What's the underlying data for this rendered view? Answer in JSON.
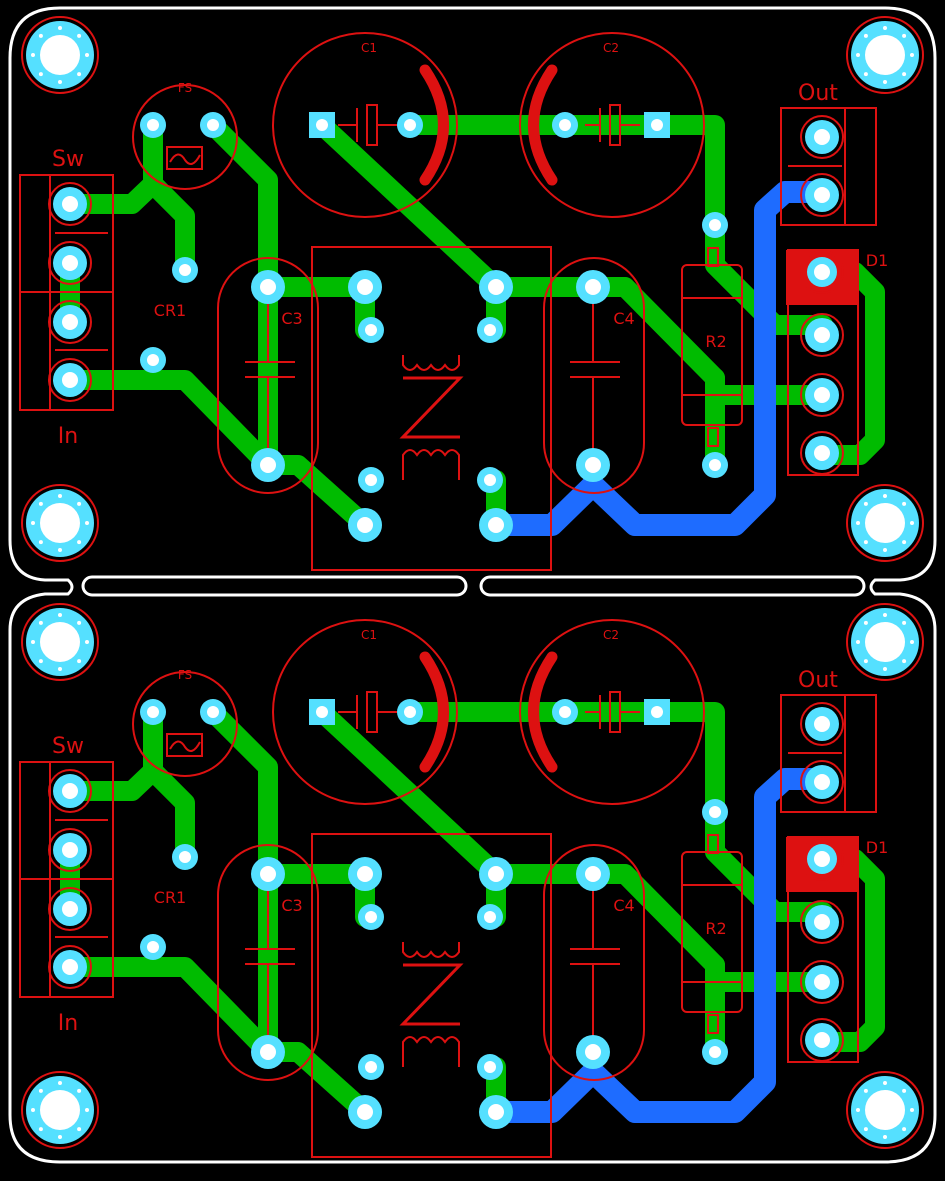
{
  "colors": {
    "background": "#000000",
    "outline": "#ffffff",
    "top_trace": "#00bb00",
    "bottom_trace": "#1e6cff",
    "silkscreen": "#dd1111",
    "pad": "#55e0ff",
    "pad_hole": "#ffffff"
  },
  "boards": [
    {
      "labels": {
        "fuse": "FS",
        "c1": "C1",
        "c2": "C2",
        "c3": "C3",
        "c4": "C4",
        "cr1": "CR1",
        "r2": "R2",
        "d1": "D1",
        "sw": "Sw",
        "in": "In",
        "out": "Out"
      }
    },
    {
      "labels": {
        "fuse": "FS",
        "c1": "C1",
        "c2": "C2",
        "c3": "C3",
        "c4": "C4",
        "cr1": "CR1",
        "r2": "R2",
        "d1": "D1",
        "sw": "Sw",
        "in": "In",
        "out": "Out"
      }
    }
  ]
}
